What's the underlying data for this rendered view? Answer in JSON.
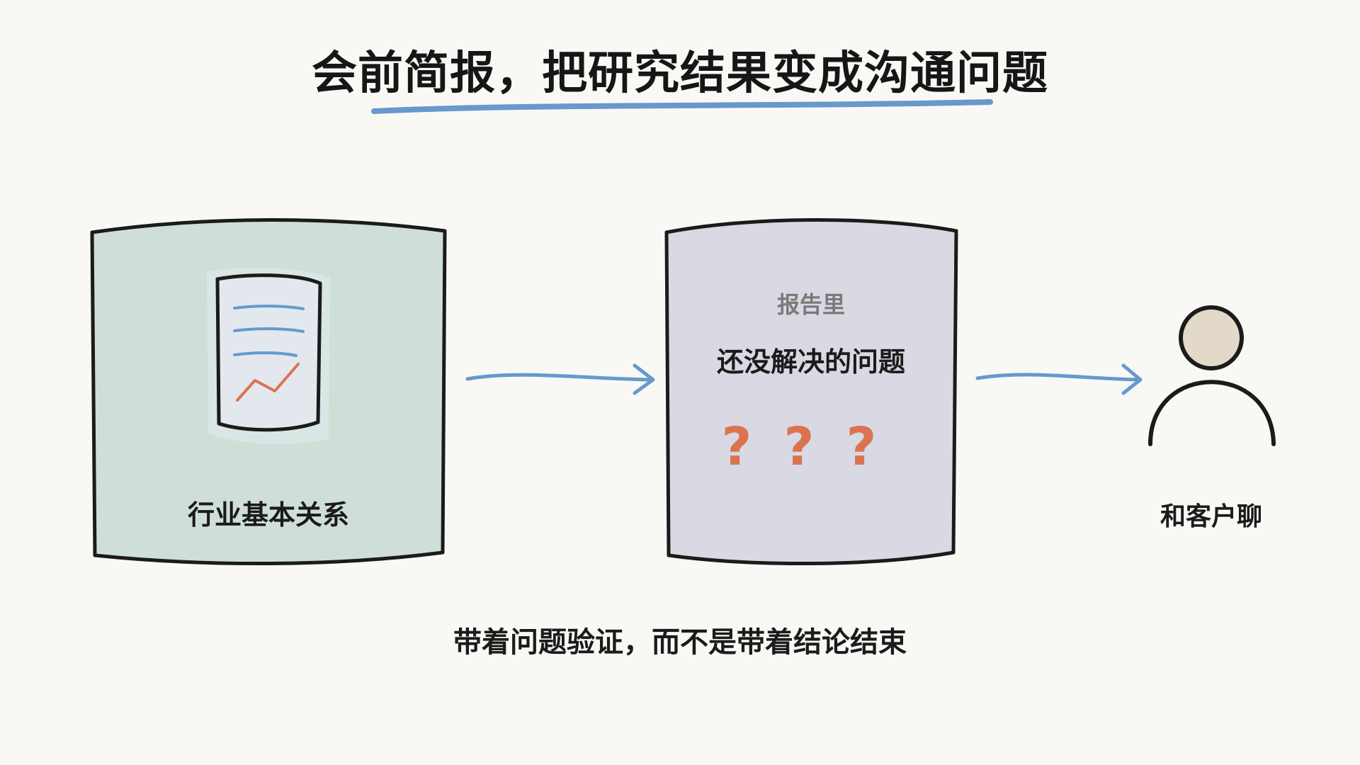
{
  "title": "会前简报，把研究结果变成沟通问题",
  "left_box": {
    "label": "行业基本关系"
  },
  "middle_box": {
    "caption": "报告里",
    "label": "还没解决的问题",
    "question_marks": [
      "?",
      "?",
      "?"
    ]
  },
  "person": {
    "label": "和客户聊"
  },
  "bottom_caption": "带着问题验证，而不是带着结论结束",
  "colors": {
    "background": "#f9f8f5",
    "left_box_fill": "#cfdfd7",
    "middle_box_fill": "#d9d9e3",
    "accent_blue": "#6699cc",
    "accent_orange": "#dc7350",
    "head_fill": "#e3d9c9",
    "ink": "#1b1b1b"
  }
}
